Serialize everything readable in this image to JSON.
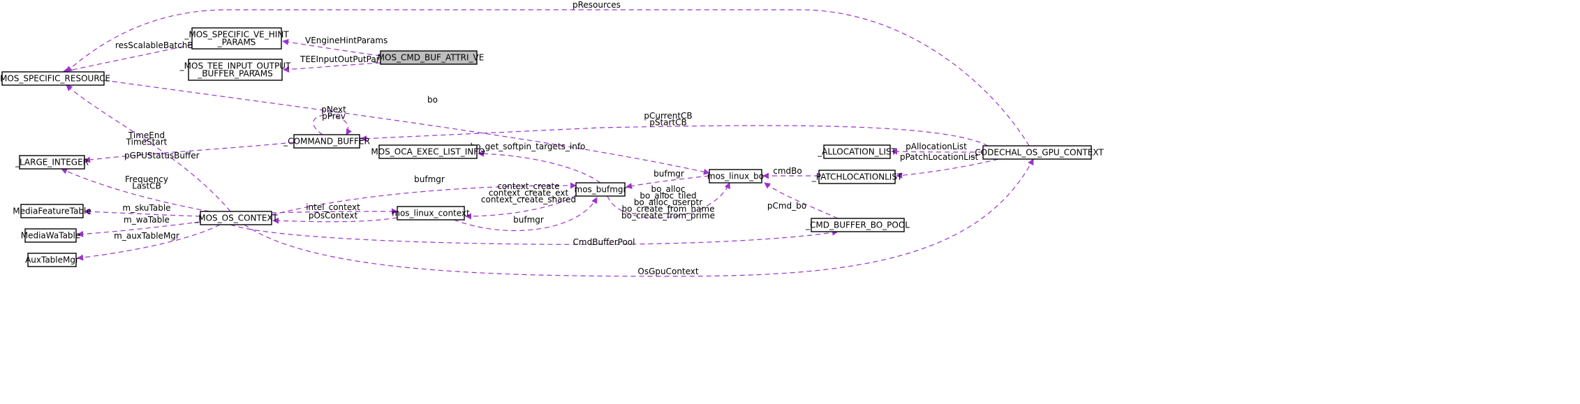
{
  "diagram": {
    "edge_color": "#9a32cd",
    "highlight_fill": "#bfbfbf",
    "nodes": {
      "cmd_buf_attri_ve": {
        "lines": [
          "_MOS_CMD_BUF_ATTRI_VE"
        ],
        "highlight": true
      },
      "ve_hint_params": {
        "lines": [
          "_MOS_SPECIFIC_VE_HINT",
          "_PARAMS"
        ]
      },
      "tee_params": {
        "lines": [
          "_MOS_TEE_INPUT_OUTPUT",
          "_BUFFER_PARAMS"
        ]
      },
      "specific_resource": {
        "lines": [
          "_MOS_SPECIFIC_RESOURCE"
        ]
      },
      "command_buffer": {
        "lines": [
          "_COMMAND_BUFFER"
        ]
      },
      "large_integer": {
        "lines": [
          "_LARGE_INTEGER"
        ]
      },
      "oca_exec": {
        "lines": [
          "MOS_OCA_EXEC_LIST_INFO"
        ]
      },
      "bufmgr": {
        "lines": [
          "mos_bufmgr"
        ]
      },
      "linux_bo": {
        "lines": [
          "mos_linux_bo"
        ]
      },
      "allocation_list": {
        "lines": [
          "_ALLOCATION_LIST"
        ]
      },
      "gpu_context": {
        "lines": [
          "_CODECHAL_OS_GPU_CONTEXT"
        ]
      },
      "patchlocation": {
        "lines": [
          "_PATCHLOCATIONLIST"
        ]
      },
      "media_feature": {
        "lines": [
          "MediaFeatureTable"
        ]
      },
      "os_context": {
        "lines": [
          "_MOS_OS_CONTEXT"
        ]
      },
      "linux_context": {
        "lines": [
          "mos_linux_context"
        ]
      },
      "media_wa": {
        "lines": [
          "MediaWaTable"
        ]
      },
      "aux_table": {
        "lines": [
          "AuxTableMgr"
        ]
      },
      "bo_pool": {
        "lines": [
          "_CMD_BUFFER_BO_POOL"
        ]
      }
    },
    "edges": {
      "presources": {
        "label": [
          "pResources"
        ]
      },
      "vengine": {
        "label": [
          "VEngineHintParams"
        ]
      },
      "resscalable": {
        "label": [
          "resScalableBatchBufs"
        ]
      },
      "teeinput": {
        "label": [
          "TEEInputOutPutParams"
        ]
      },
      "bo": {
        "label": [
          "bo"
        ]
      },
      "pnextprev": {
        "label": [
          "pNext",
          "pPrev"
        ]
      },
      "pcurrentcb": {
        "label": [
          "pCurrentCB",
          "pStartCB"
        ]
      },
      "timeend": {
        "label": [
          "TimeEnd",
          "TimeStart"
        ]
      },
      "pgpustatus": {
        "label": [
          "pGPUStatusBuffer"
        ]
      },
      "softpin": {
        "label": [
          "bo_get_softpin_targets_info"
        ]
      },
      "bufmgr_lbo": {
        "label": [
          "bufmgr"
        ]
      },
      "cmdbo": {
        "label": [
          "cmdBo"
        ]
      },
      "pallocation": {
        "label": [
          "pAllocationList"
        ]
      },
      "ppatch": {
        "label": [
          "pPatchLocationList"
        ]
      },
      "frequency": {
        "label": [
          "Frequency",
          "LastCB"
        ]
      },
      "bufmgr_os": {
        "label": [
          "bufmgr"
        ]
      },
      "context_create": {
        "label": [
          "context_create",
          "context_create_ext",
          "context_create_shared"
        ]
      },
      "bo_alloc": {
        "label": [
          "bo_alloc",
          "bo_alloc_tiled",
          "bo_alloc_userptr",
          "bo_create_from_name",
          "bo_create_from_prime"
        ]
      },
      "pcmdbo": {
        "label": [
          "pCmd_bo"
        ]
      },
      "skutable": {
        "label": [
          "m_skuTable"
        ]
      },
      "intel_context": {
        "label": [
          "intel_context"
        ]
      },
      "posctx": {
        "label": [
          "pOsContext"
        ]
      },
      "watable": {
        "label": [
          "m_waTable"
        ]
      },
      "bufmgr_lc": {
        "label": [
          "bufmgr"
        ]
      },
      "auxmgr": {
        "label": [
          "m_auxTableMgr"
        ]
      },
      "cmdbufferpool": {
        "label": [
          "CmdBufferPool"
        ]
      },
      "osgpucontext": {
        "label": [
          "OsGpuContext"
        ]
      }
    }
  }
}
